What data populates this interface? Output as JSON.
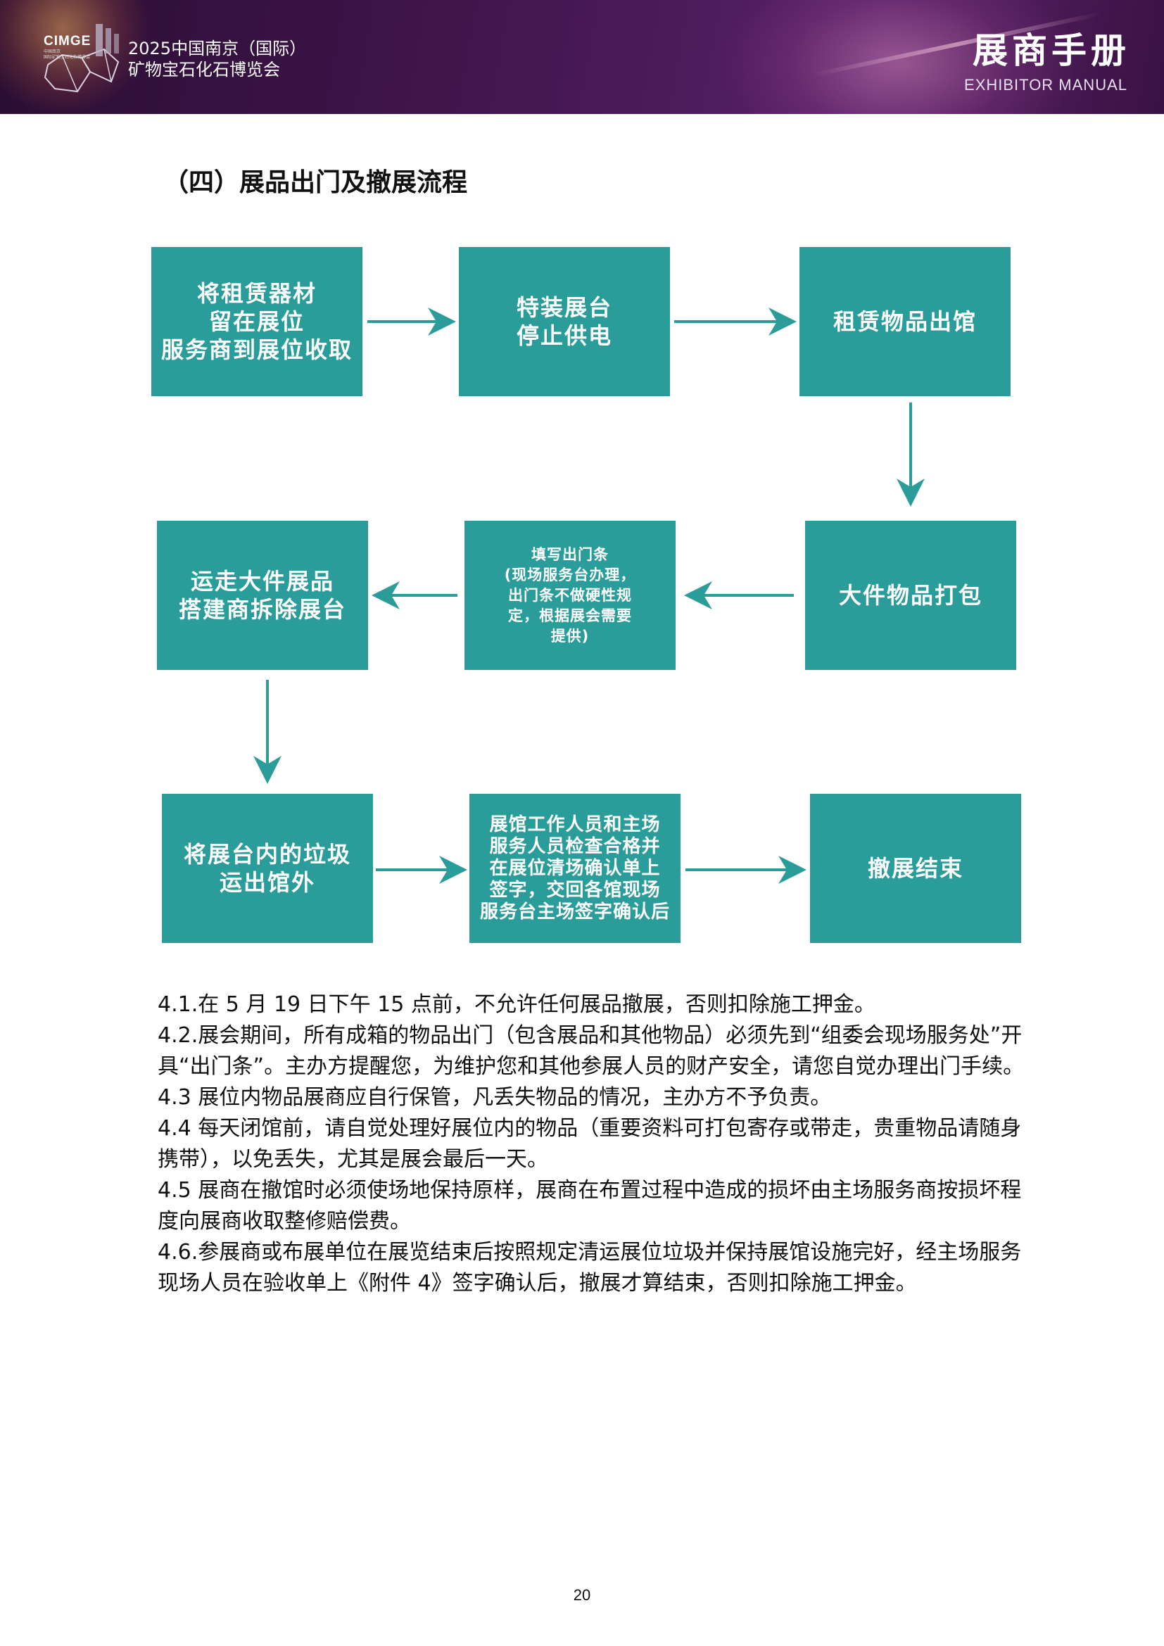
{
  "header": {
    "logo_text": "CIMGE",
    "logo_sub": "中国南京\n国际矿物宝石化石博览会",
    "event_title_line1": "2025中国南京（国际）",
    "event_title_line2": "矿物宝石化石博览会",
    "manual_title": "展商手册",
    "manual_subtitle": "EXHIBITOR MANUAL"
  },
  "section": {
    "heading": "（四）展品出门及撤展流程"
  },
  "flow": {
    "steps": [
      "将租赁器材\n留在展位\n服务商到展位收取",
      "特装展台\n停止供电",
      "租赁物品出馆",
      "大件物品打包",
      "填写出门条\n(现场服务台办理，\n出门条不做硬性规\n定，根据展会需要\n提供)",
      "运走大件展品\n搭建商拆除展台",
      "将展台内的垃圾\n运出馆外",
      "展馆工作人员和主场\n服务人员检查合格并\n在展位清场确认单上\n签字，交回各馆现场\n服务台主场签字确认后",
      "撤展结束"
    ],
    "box_color": "#2a9d9a",
    "arrow_color": "#2a9d9a"
  },
  "rules": [
    "4.1.在 5 月 19 日下午 15 点前，不允许任何展品撤展，否则扣除施工押金。",
    "4.2.展会期间，所有成箱的物品出门（包含展品和其他物品）必须先到“组委会现场服务处”开具“出门条”。主办方提醒您，为维护您和其他参展人员的财产安全，请您自觉办理出门手续。",
    "4.3 展位内物品展商应自行保管，凡丢失物品的情况，主办方不予负责。",
    "4.4 每天闭馆前，请自觉处理好展位内的物品（重要资料可打包寄存或带走，贵重物品请随身携带），以免丢失，尤其是展会最后一天。",
    "4.5 展商在撤馆时必须使场地保持原样，展商在布置过程中造成的损坏由主场服务商按损坏程度向展商收取整修赔偿费。",
    "4.6.参展商或布展单位在展览结束后按照规定清运展位垃圾并保持展馆设施完好，经主场服务现场人员在验收单上《附件 4》签字确认后，撤展才算结束，否则扣除施工押金。"
  ],
  "page_number": "20"
}
